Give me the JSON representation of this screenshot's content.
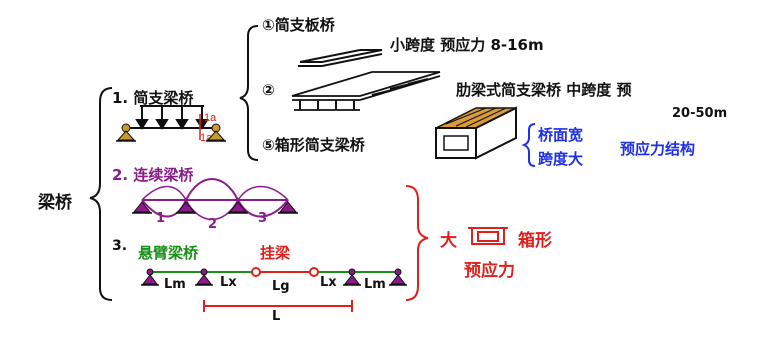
{
  "root": {
    "label": "梁桥"
  },
  "colors": {
    "black": "#111111",
    "purple": "#8b1a8b",
    "green": "#1a8f1a",
    "red": "#e0201c",
    "blue": "#1f2fe6",
    "support": "#c89a2a",
    "box_orange": "#d99a3a"
  },
  "simple": {
    "title": "1. 简支梁桥",
    "mark_top": "1a",
    "mark_bottom": "1a",
    "types": [
      {
        "label": "①简支板桥",
        "desc": "小跨度  预应力  8-16m"
      },
      {
        "label": "②",
        "desc": "肋梁式简支梁桥  中跨度  预",
        "desc2": "20-50m"
      },
      {
        "label": "⑤箱形简支梁桥",
        "note1": "桥面宽",
        "note2": "跨度大",
        "note3": "预应力结构"
      }
    ]
  },
  "continuous": {
    "title": "2. 连续梁桥",
    "spans": [
      "1",
      "2",
      "3"
    ]
  },
  "cantilever": {
    "num": "3.",
    "title": "悬臂梁桥",
    "hang": "挂梁",
    "labels": [
      "Lm",
      "Lx",
      "Lg",
      "Lx",
      "Lm"
    ],
    "total": "L"
  },
  "summary": {
    "big": "大",
    "box": "箱形",
    "pre": "预应力"
  }
}
